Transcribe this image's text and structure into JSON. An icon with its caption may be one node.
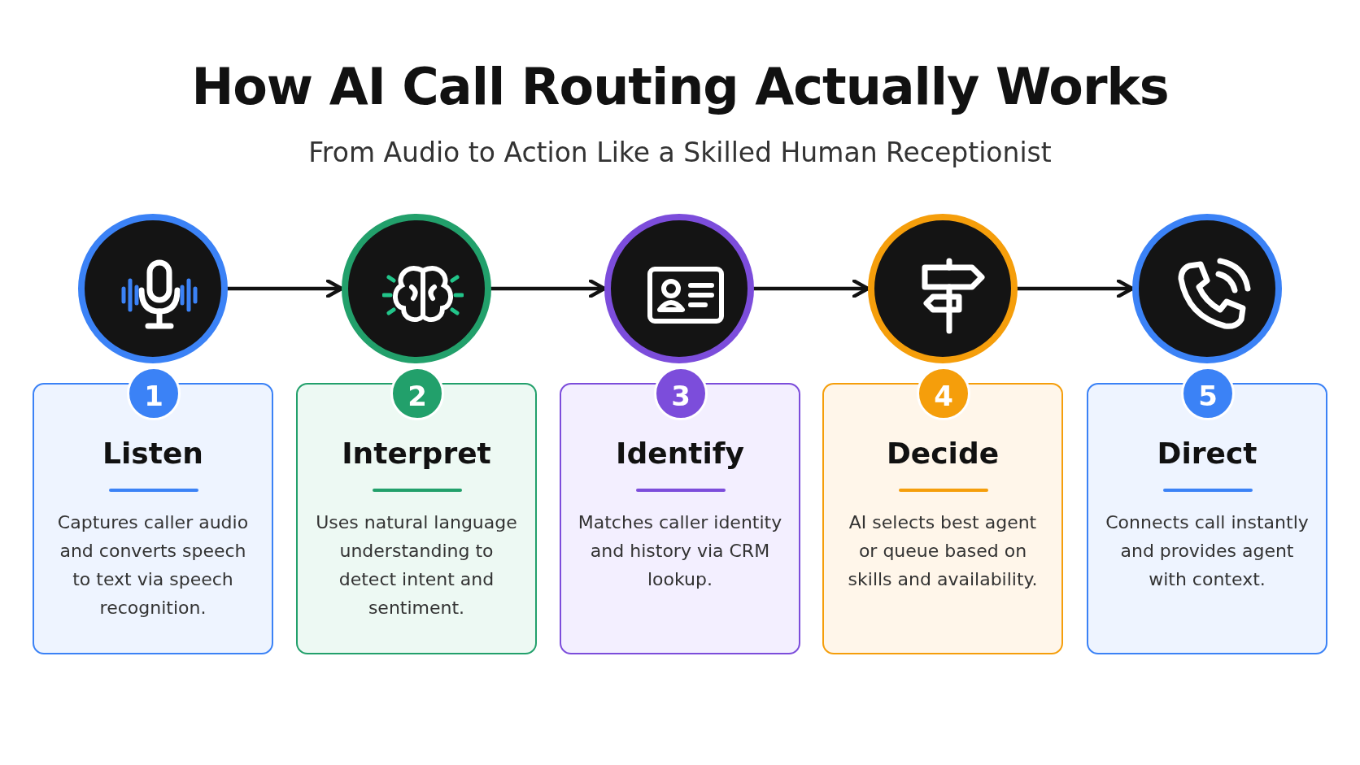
{
  "diagram": {
    "title": "How AI Call Routing Actually Works",
    "caption": "From Audio to Action Like a Skilled Human Receptionist",
    "nodes": [
      {
        "text": [],
        "shape": "circle"
      },
      {
        "text": [],
        "shape": "circle"
      },
      {
        "text": [],
        "shape": "circle"
      },
      {
        "text": [],
        "shape": "circle"
      },
      {
        "text": [],
        "shape": "circle"
      },
      {
        "text": [
          "1",
          "Listen",
          "Captures caller audio and converts speech to text via speech recognition."
        ]
      },
      {
        "text": [
          "2",
          "Interpret",
          "Uses natural language understanding to detect intent and sentiment."
        ]
      },
      {
        "text": [
          "3",
          "Identify",
          "Matches caller identity and history via CRM lookup."
        ]
      },
      {
        "text": [
          "4",
          "Decide",
          "AI selects best agent or queue based on skills and availability."
        ]
      },
      {
        "text": [
          "5",
          "Direct",
          "Connects call instantly and provides agent with context."
        ]
      }
    ],
    "edges": [
      {
        "from": 0,
        "to": 1,
        "arrow": "to"
      },
      {
        "from": 1,
        "to": 2,
        "arrow": "to"
      },
      {
        "from": 2,
        "to": 3,
        "arrow": "to"
      },
      {
        "from": 3,
        "to": 4,
        "arrow": "to"
      }
    ]
  }
}
